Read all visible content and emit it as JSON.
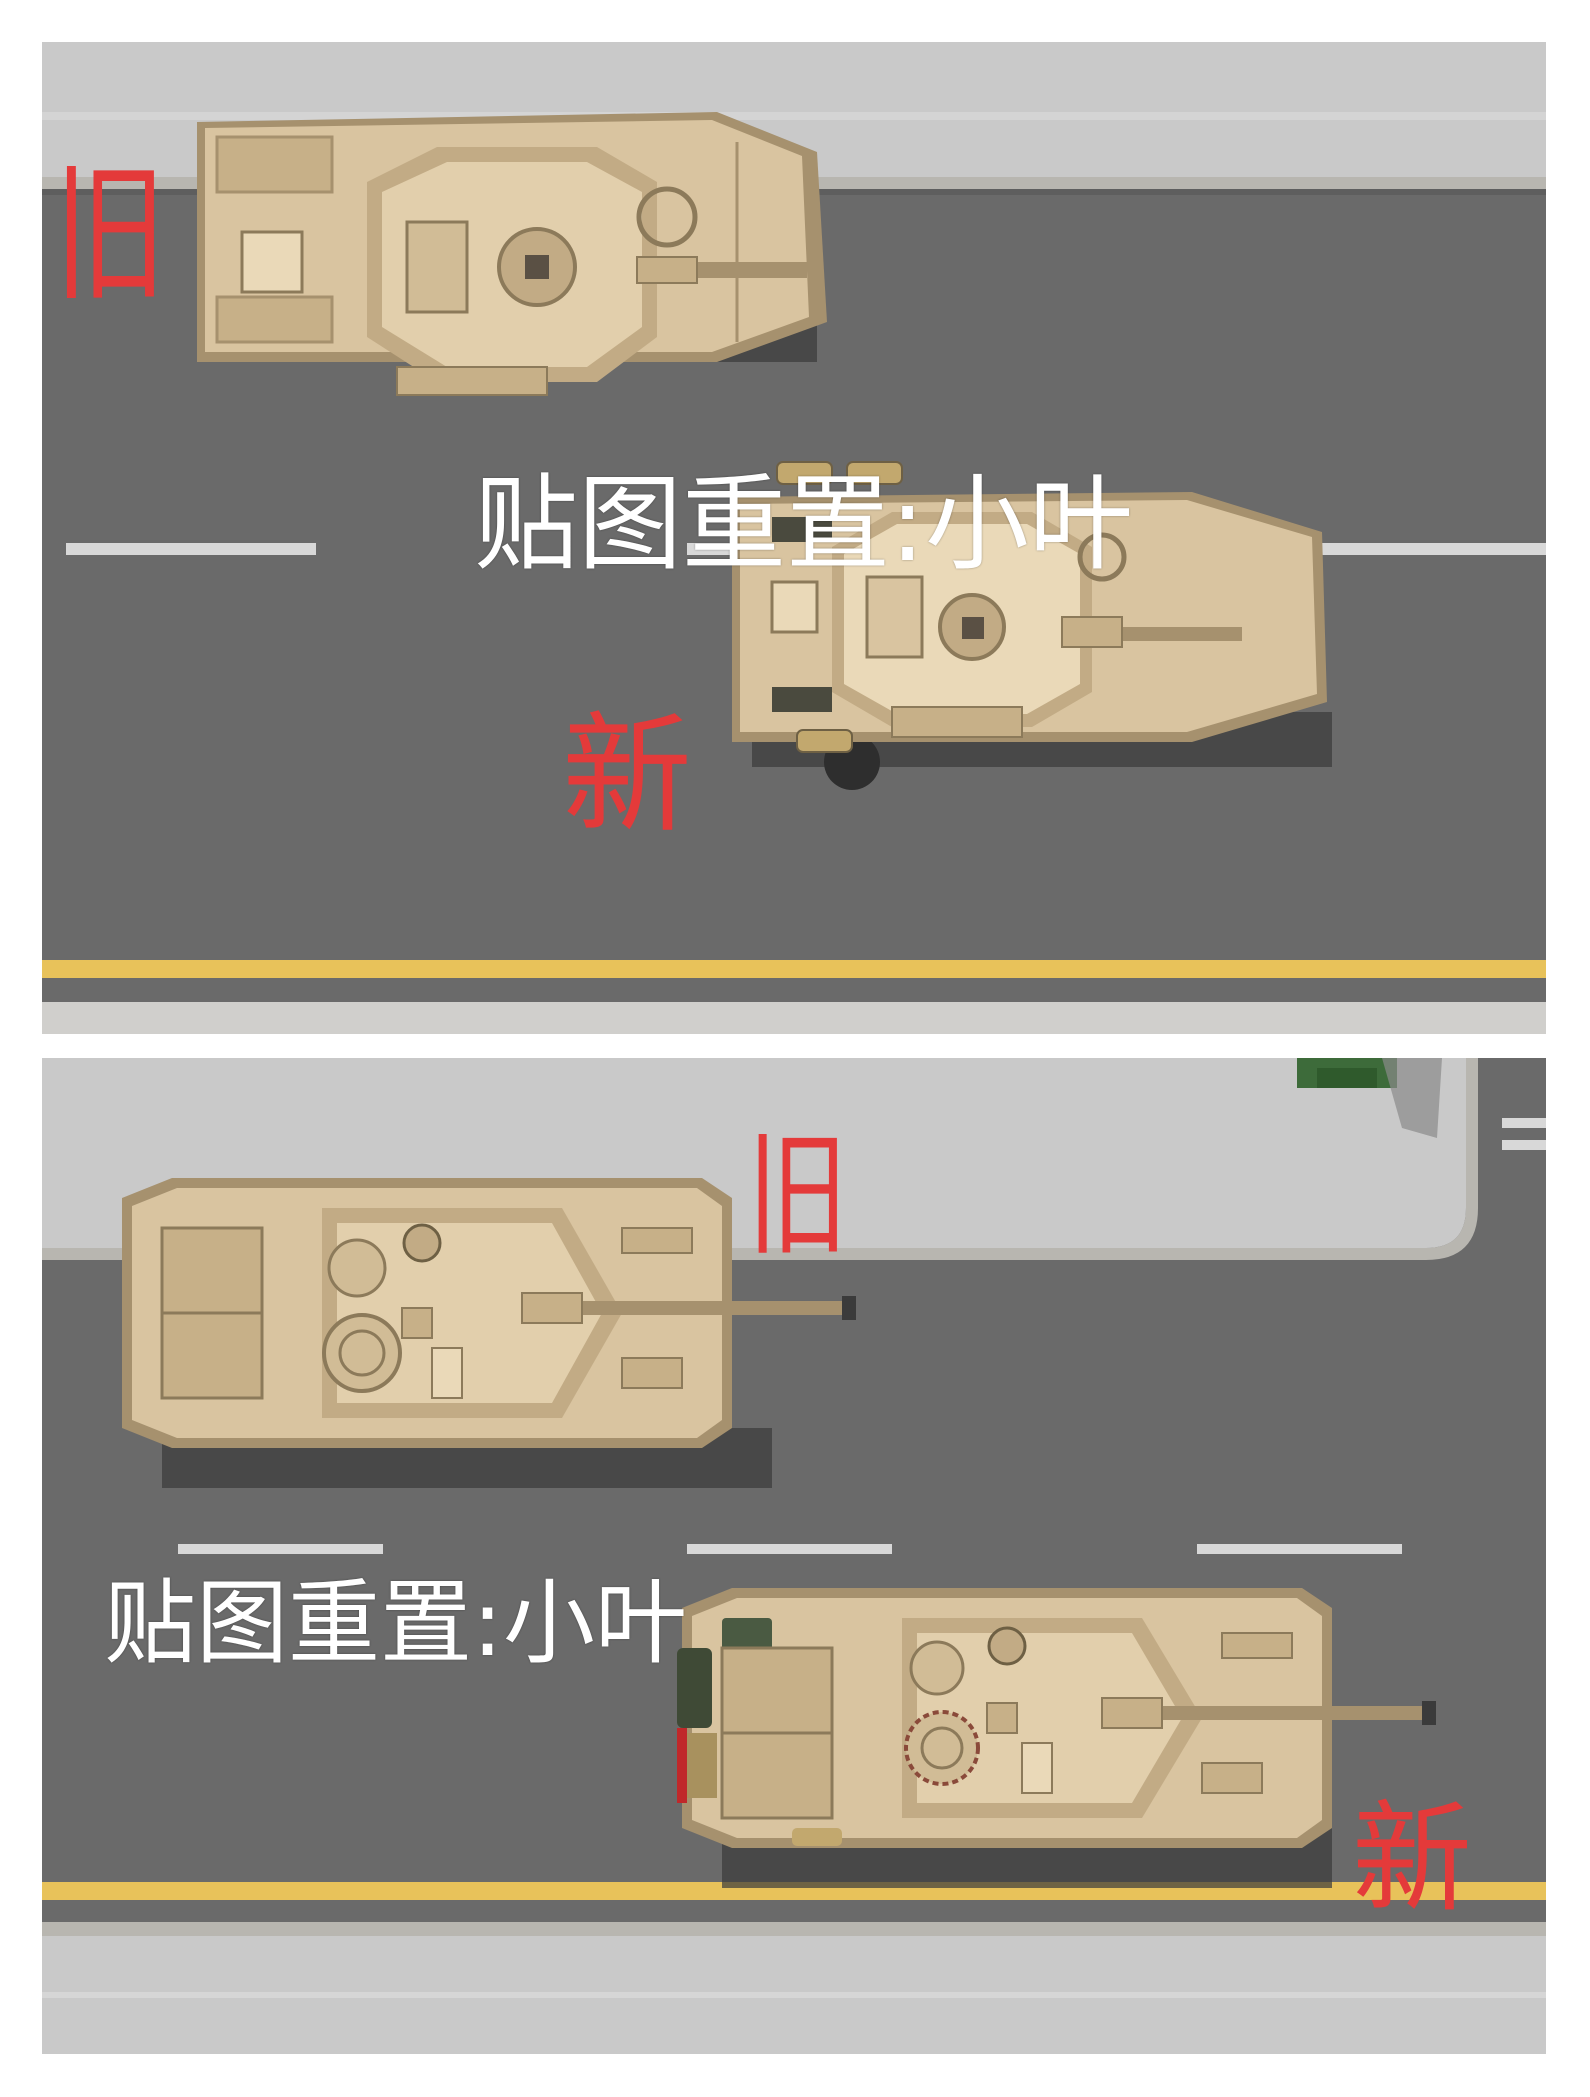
{
  "colors": {
    "asphalt": "#6a6a6a",
    "sidewalk": "#c9c9c9",
    "curb": "#b8b6b0",
    "lane_dash": "#d8d8d8",
    "yellow_line": "#e8c25a",
    "tank_body": "#d9c4a0",
    "tank_dark": "#a6916e",
    "tank_light": "#ead9b8",
    "label_red": "#e43a3a",
    "label_white": "#ffffff",
    "tree_green": "#3d6b3a"
  },
  "top_panel": {
    "old_label": "旧",
    "new_label": "新",
    "caption": "贴图重置:小叶",
    "old_tank_icon": "tank-old-icon",
    "new_tank_icon": "tank-new-icon"
  },
  "bottom_panel": {
    "old_label": "旧",
    "new_label": "新",
    "caption": "贴图重置:小叶",
    "old_tank_icon": "tank-old-icon",
    "new_tank_icon": "tank-new-icon",
    "tree_icon": "tree-icon"
  }
}
